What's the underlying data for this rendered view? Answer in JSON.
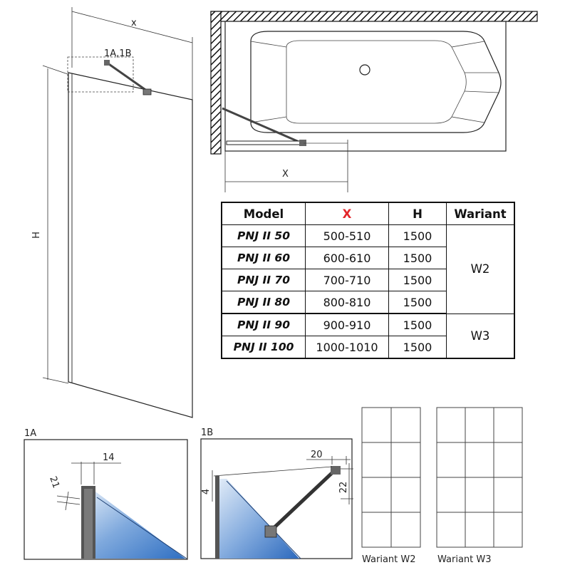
{
  "labels": {
    "x_top": "x",
    "h_side": "H",
    "detail_callout": "1A,1B",
    "x_plan": "X",
    "detail_1a": "1A",
    "detail_1b": "1B",
    "dim_14": "14",
    "dim_21": "21",
    "dim_20": "20",
    "dim_4": "4",
    "dim_22": "22",
    "variant_w2_caption": "Wariant W2",
    "variant_w3_caption": "Wariant W3"
  },
  "table": {
    "headers": {
      "model": "Model",
      "x": "X",
      "h": "H",
      "variant": "Wariant"
    },
    "rows": [
      {
        "model": "PNJ II 50",
        "x": "500-510",
        "h": "1500"
      },
      {
        "model": "PNJ II 60",
        "x": "600-610",
        "h": "1500"
      },
      {
        "model": "PNJ II 70",
        "x": "700-710",
        "h": "1500"
      },
      {
        "model": "PNJ II 80",
        "x": "800-810",
        "h": "1500"
      },
      {
        "model": "PNJ II 90",
        "x": "900-910",
        "h": "1500"
      },
      {
        "model": "PNJ II 100",
        "x": "1000-1010",
        "h": "1500"
      }
    ],
    "variant_w2": "W2",
    "variant_w3": "W3"
  },
  "variant_grids": {
    "w2": {
      "columns": 2,
      "rows": 4
    },
    "w3": {
      "columns": 3,
      "rows": 4
    }
  },
  "colors": {
    "header_x": "#e3262b",
    "glass_light": "#d6e6f6",
    "glass_dark": "#2f6fc2",
    "profile": "#555555"
  }
}
